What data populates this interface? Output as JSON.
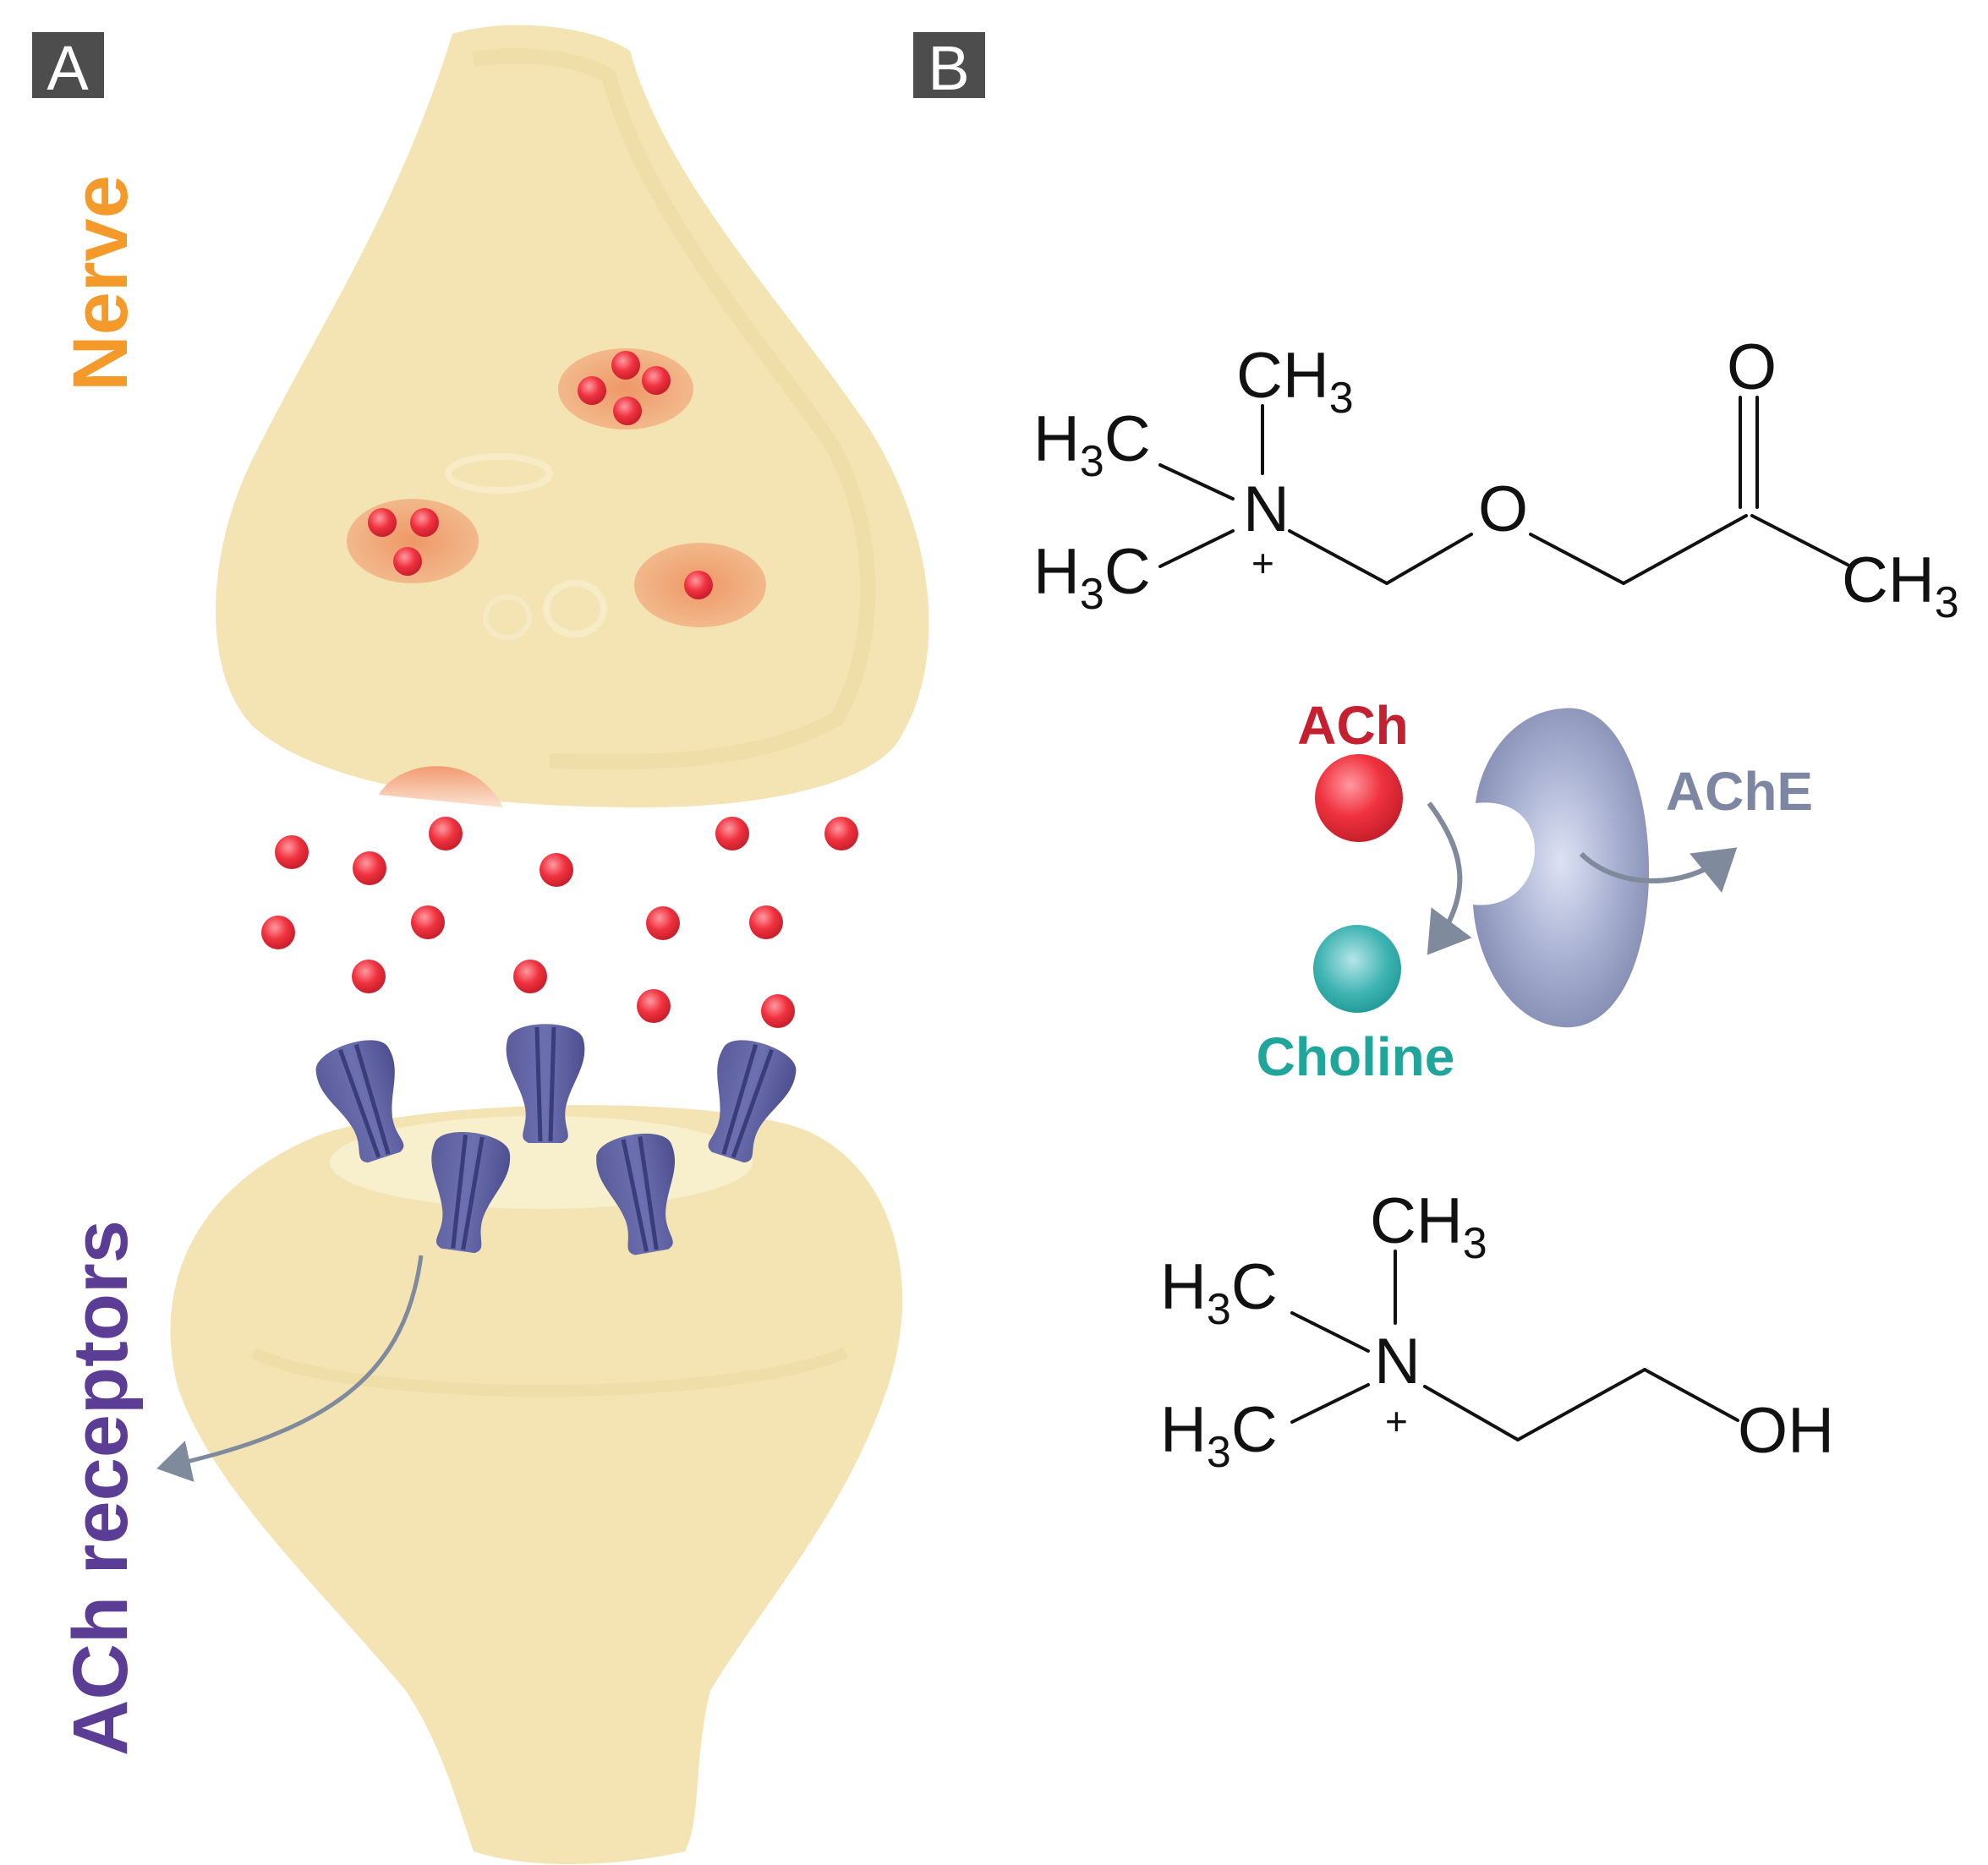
{
  "panels": {
    "a": {
      "label": "A"
    },
    "b": {
      "label": "B"
    }
  },
  "labels": {
    "nerve": "Nerve",
    "receptors": "ACh receptors"
  },
  "molecules": {
    "ach": {
      "top_methyl": {
        "main": "CH",
        "sub": "3"
      },
      "left_methyl_upper": {
        "main": "H",
        "sub": "3",
        "tail": "C"
      },
      "left_methyl_lower": {
        "main": "H",
        "sub": "3",
        "tail": "C"
      },
      "nitrogen": "N",
      "charge": "+",
      "oxygen": "O",
      "carbonyl_oxygen": "O",
      "terminal_methyl": {
        "main": "CH",
        "sub": "3"
      }
    },
    "choline": {
      "top_methyl": {
        "main": "CH",
        "sub": "3"
      },
      "left_methyl_upper": {
        "main": "H",
        "sub": "3",
        "tail": "C"
      },
      "left_methyl_lower": {
        "main": "H",
        "sub": "3",
        "tail": "C"
      },
      "nitrogen": "N",
      "charge": "+",
      "hydroxyl": "OH"
    }
  },
  "reaction": {
    "ach_label": "ACh",
    "choline_label": "Choline",
    "enzyme_label": "AChE"
  },
  "colors": {
    "nerve": "#f39a2b",
    "receptor": "#5b3d96",
    "ach": "#c4202f",
    "choline": "#1fa59a",
    "enzyme": "#7d87a4",
    "cell": "#f3e3b0",
    "panel_box": "#4d4d4d",
    "arrow": "#7f8a9c"
  }
}
